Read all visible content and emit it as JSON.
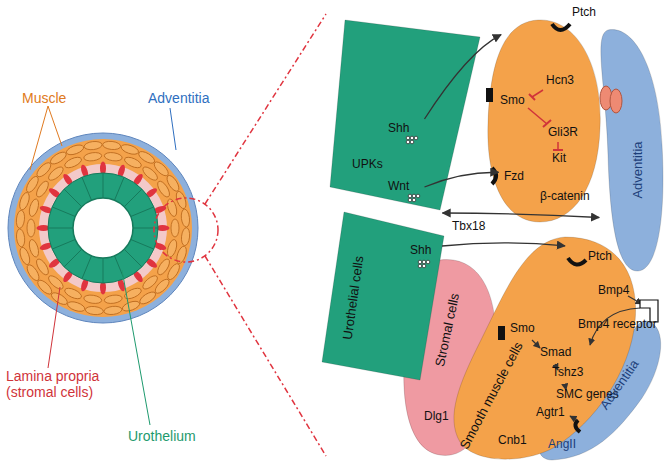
{
  "diagram": {
    "nodes": [
      {
        "text": [
          "Shh",
          "UPKs",
          "Wnt"
        ]
      },
      {
        "text": [
          "Urothelial cells",
          "Shh"
        ]
      },
      {
        "text": [
          "Stromal cells",
          "Dlg1"
        ]
      },
      {
        "text": [
          "Ptch",
          "Hcn3",
          "Smo",
          "Gli3R",
          "Kit",
          "Fzd",
          "β-catenin"
        ]
      },
      {
        "text": [
          "Adventitia"
        ]
      },
      {
        "text": [
          "Ptch",
          "Bmp4",
          "Smo",
          "Smad",
          "Tshz3",
          "SMC genes",
          "Smooth muscle cells",
          "Agtr1",
          "Cnb1"
        ]
      },
      {
        "text": [
          "Adventitia",
          "AngII"
        ]
      }
    ],
    "edges": [
      {
        "from": 0,
        "to": 3,
        "arrow": "to"
      },
      {
        "from": 0,
        "to": 3,
        "arrow": "to"
      },
      {
        "from": 1,
        "to": 5,
        "arrow": "to"
      },
      {
        "from": 0,
        "to": 4,
        "label": "Tbx18",
        "arrow": "both"
      }
    ],
    "labels": [
      "Muscle",
      "Adventitia",
      "Lamina propria (stromal cells)",
      "Urothelium",
      "Bmp4 receptor"
    ]
  }
}
